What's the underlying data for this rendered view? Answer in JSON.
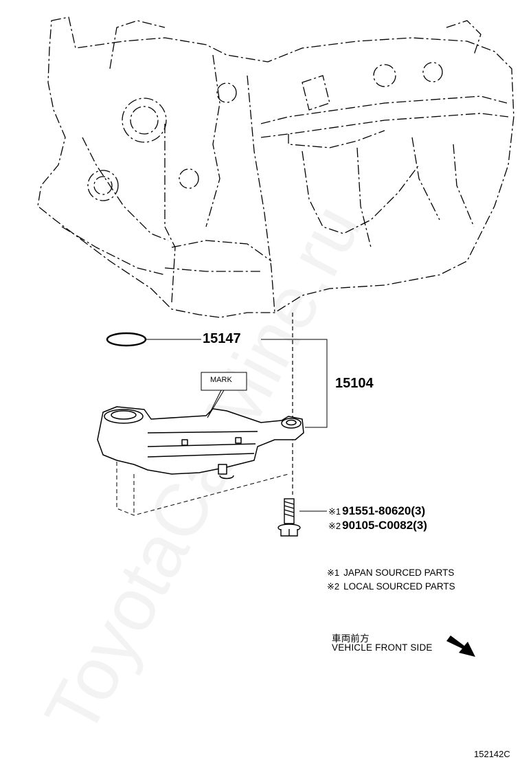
{
  "parts": {
    "gasket": "15147",
    "strainer": "15104",
    "mark": "MARK"
  },
  "bolts": [
    {
      "marker": "※1",
      "part": "91551-80620(3)"
    },
    {
      "marker": "※2",
      "part": "90105-C0082(3)"
    }
  ],
  "legend": [
    {
      "marker": "※1",
      "text": "JAPAN SOURCED PARTS"
    },
    {
      "marker": "※2",
      "text": "LOCAL SOURCED PARTS"
    }
  ],
  "direction": {
    "jp": "車両前方",
    "en": "VEHICLE FRONT SIDE",
    "icon": "arrow-icon"
  },
  "watermark": "ToyotaCarMine.ru",
  "figure_id": "152142C"
}
